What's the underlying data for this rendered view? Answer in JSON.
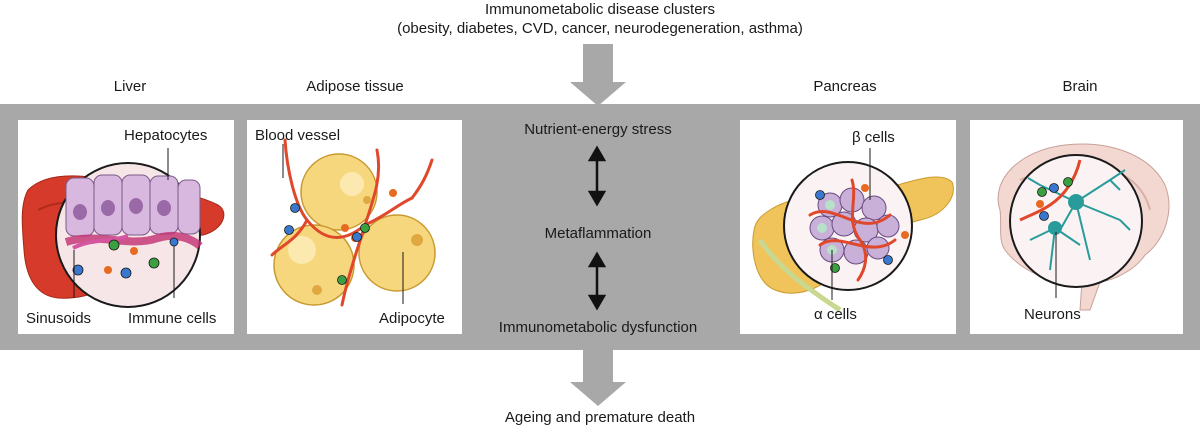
{
  "header": {
    "line1": "Immunometabolic disease clusters",
    "line2": "(obesity, diabetes, CVD, cancer, neurodegeneration, asthma)"
  },
  "organs": {
    "liver": "Liver",
    "adipose": "Adipose tissue",
    "pancreas": "Pancreas",
    "brain": "Brain"
  },
  "center": {
    "stage1": "Nutrient-energy stress",
    "stage2": "Metaflammation",
    "stage3": "Immunometabolic dysfunction"
  },
  "footer": "Ageing and premature death",
  "labels": {
    "hepatocytes": "Hepatocytes",
    "sinusoids": "Sinusoids",
    "immune_cells": "Immune cells",
    "blood_vessel": "Blood vessel",
    "adipocyte": "Adipocyte",
    "beta_cells": "β cells",
    "alpha_cells": "α cells",
    "neurons": "Neurons"
  },
  "colors": {
    "band": "#a8a8a8",
    "arrow": "#a8a8a8",
    "liver": "#d63a2a",
    "hepatocyte": "#d9b8e0",
    "vessel": "#e0482c",
    "adipocyte": "#f7d77e",
    "pancreas": "#f0c45a",
    "neuron": "#2a9b9b",
    "brain": "#f2d8d0"
  }
}
